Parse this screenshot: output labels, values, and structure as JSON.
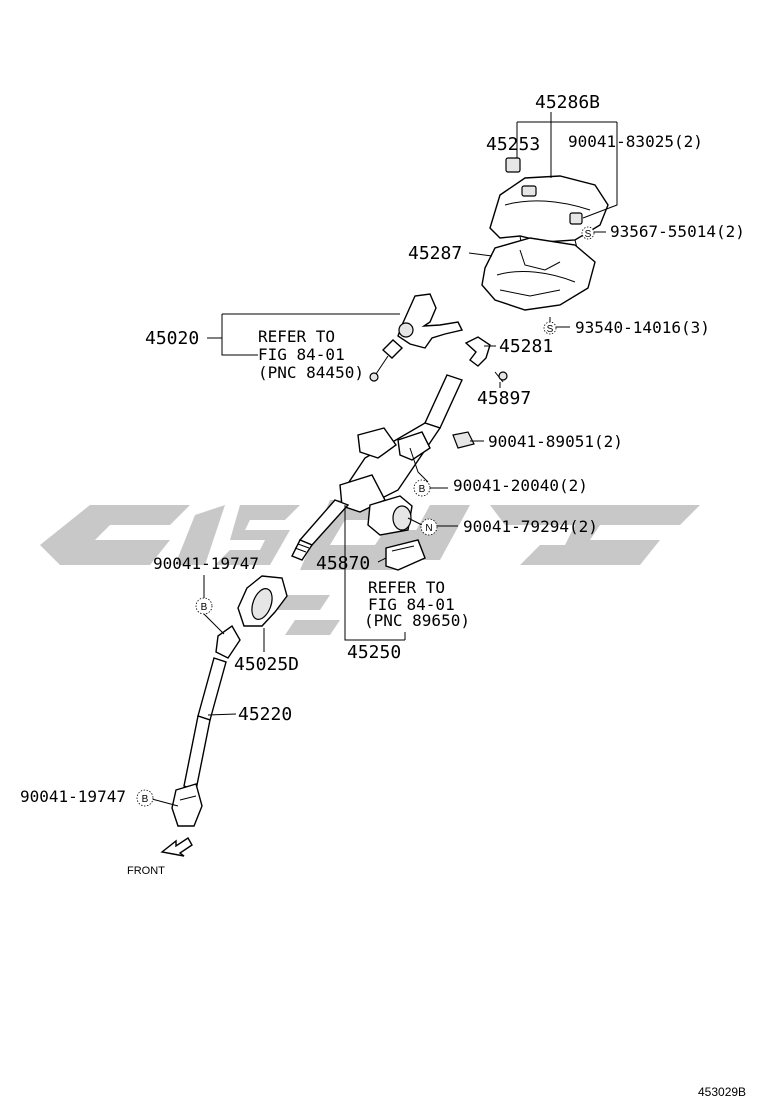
{
  "labels": {
    "p45286B": "45286B",
    "p45253": "45253",
    "p90041_83025": "90041-83025(2)",
    "p93567_55014": "93567-55014(2)",
    "p45287": "45287",
    "p93540_14016": "93540-14016(3)",
    "p45020": "45020",
    "p45281": "45281",
    "p45897": "45897",
    "p90041_89051": "90041-89051(2)",
    "p90041_20040": "90041-20040(2)",
    "p90041_79294": "90041-79294(2)",
    "p90041_19747_top": "90041-19747",
    "p45870": "45870",
    "p45025D": "45025D",
    "p45250": "45250",
    "p45220": "45220",
    "p90041_19747_bottom": "90041-19747"
  },
  "refers": {
    "ref1": {
      "line1": "REFER TO",
      "line2": "FIG 84-01",
      "line3": "(PNC 84450)"
    },
    "ref2": {
      "line1": "REFER TO",
      "line2": "FIG 84-01",
      "line3": "(PNC 89650)"
    }
  },
  "markers": {
    "S": "S",
    "B": "B",
    "N": "N"
  },
  "front_label": "FRONT",
  "figure_id": "453029B",
  "watermark_color": "#c8c8c8"
}
